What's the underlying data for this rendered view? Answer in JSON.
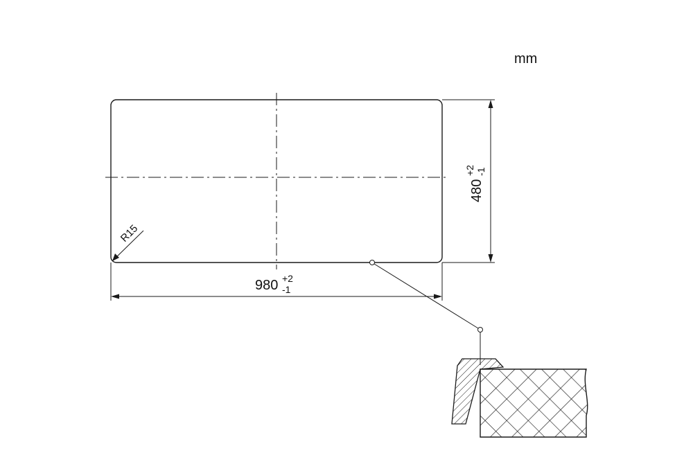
{
  "unit": "mm",
  "cutout": {
    "width": {
      "value": "980",
      "tol_plus": "+2",
      "tol_minus": "-1"
    },
    "height": {
      "value": "480",
      "tol_plus": "+2",
      "tol_minus": "-1"
    },
    "corner_radius": "R15"
  },
  "colors": {
    "line": "#1a1a1a",
    "background": "#ffffff"
  }
}
